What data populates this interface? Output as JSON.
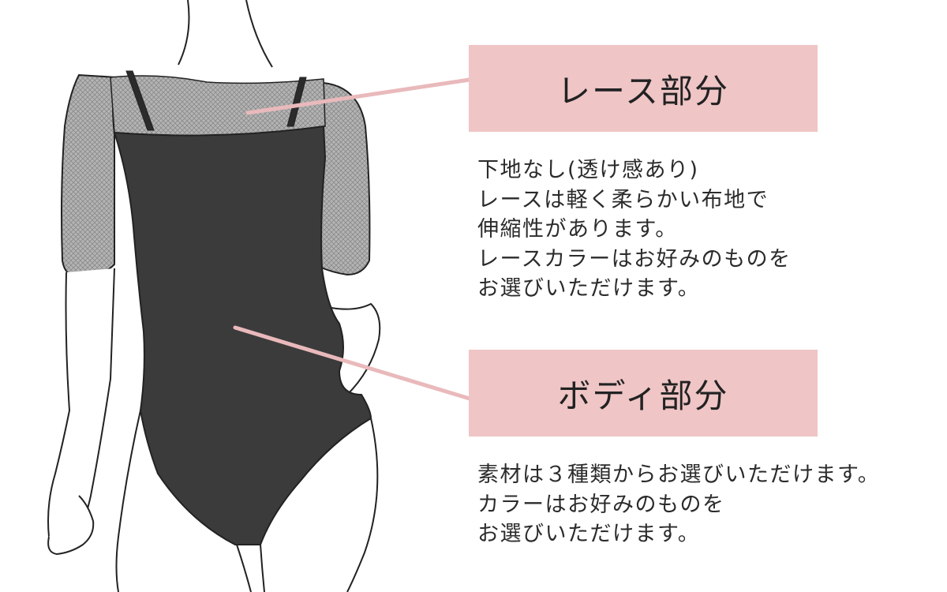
{
  "colors": {
    "label_bg": "#efc5c6",
    "leader": "#e9b9bb",
    "body_fill": "#3b3b3b",
    "lace_fill": "#a8a8a8",
    "outline": "#222222"
  },
  "lace": {
    "title": "レース部分",
    "lines": [
      "下地なし(透け感あり)",
      "レースは軽く柔らかい布地で",
      "伸縮性があります。",
      "レースカラーはお好みのものを",
      "お選びいただけます。"
    ]
  },
  "body_part": {
    "title": "ボディ部分",
    "lines": [
      "素材は３種類からお選びいただけます。",
      "カラーはお好みのものを",
      "お選びいただけます。"
    ]
  }
}
